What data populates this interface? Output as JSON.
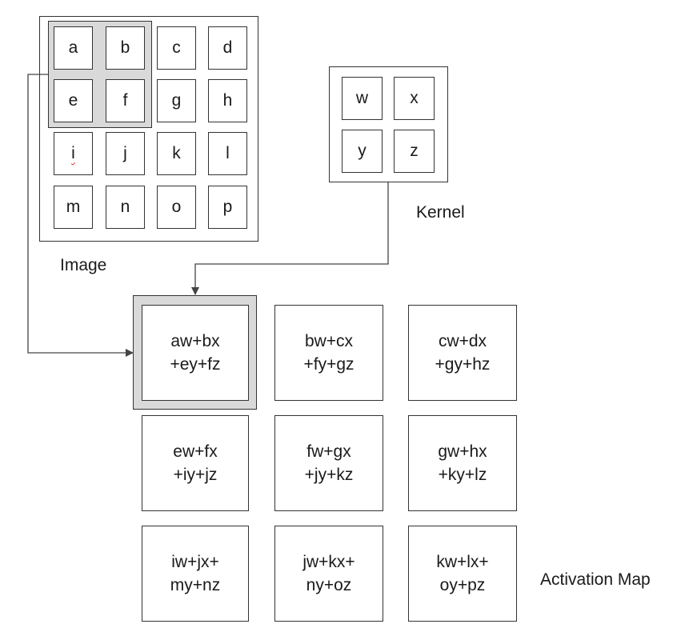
{
  "image": {
    "label": "Image",
    "cells": [
      "a",
      "b",
      "c",
      "d",
      "e",
      "f",
      "g",
      "h",
      "i",
      "j",
      "k",
      "l",
      "m",
      "n",
      "o",
      "p"
    ]
  },
  "kernel": {
    "label": "Kernel",
    "cells": [
      "w",
      "x",
      "y",
      "z"
    ]
  },
  "activation_map": {
    "label": "Activation Map",
    "cells": [
      {
        "line1": "aw+bx",
        "line2": "+ey+fz"
      },
      {
        "line1": "bw+cx",
        "line2": "+fy+gz"
      },
      {
        "line1": "cw+dx",
        "line2": "+gy+hz"
      },
      {
        "line1": "ew+fx",
        "line2": "+iy+jz"
      },
      {
        "line1": "fw+gx",
        "line2": "+jy+kz"
      },
      {
        "line1": "gw+hx",
        "line2": "+ky+lz"
      },
      {
        "line1": "iw+jx+",
        "line2": "my+nz"
      },
      {
        "line1": "jw+kx+",
        "line2": "ny+oz"
      },
      {
        "line1": "kw+lx+",
        "line2": "oy+pz"
      }
    ]
  },
  "colors": {
    "border": "#333333",
    "highlight": "#d9d9d9",
    "arrow": "#444444"
  }
}
